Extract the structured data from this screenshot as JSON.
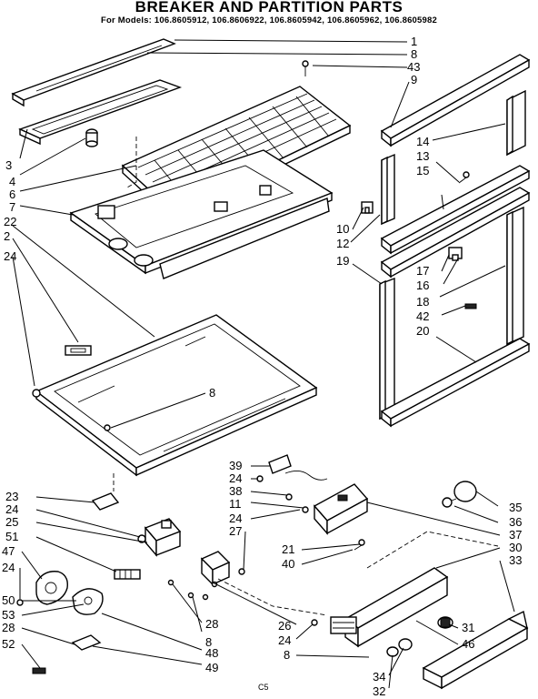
{
  "header": {
    "title": "BREAKER AND PARTITION PARTS",
    "models": "For Models: 106.8605912, 106.8606922, 106.8605942, 106.8605962, 106.8605982"
  },
  "callouts": {
    "c1": "1",
    "c8a": "8",
    "c43": "43",
    "c9": "9",
    "c14": "14",
    "c13": "13",
    "c15": "15",
    "c10": "10",
    "c12": "12",
    "c19": "19",
    "c17": "17",
    "c16": "16",
    "c18": "18",
    "c42": "42",
    "c20": "20",
    "c3": "3",
    "c4": "4",
    "c6": "6",
    "c7": "7",
    "c22": "22",
    "c2": "2",
    "c24a": "24",
    "c8b": "8",
    "c39": "39",
    "c24b": "24",
    "c38": "38",
    "c11": "11",
    "c24c": "24",
    "c27": "27",
    "c21": "21",
    "c40": "40",
    "c35": "35",
    "c36": "36",
    "c37": "37",
    "c30": "30",
    "c33": "33",
    "c23": "23",
    "c24d": "24",
    "c25": "25",
    "c51": "51",
    "c47": "47",
    "c24e": "24",
    "c50": "50",
    "c53": "53",
    "c28a": "28",
    "c52": "52",
    "c28b": "28",
    "c8c": "8",
    "c48": "48",
    "c49": "49",
    "c26": "26",
    "c24f": "24",
    "c8d": "8",
    "c31": "31",
    "c46": "46",
    "c34": "34",
    "c32": "32"
  },
  "footer": {
    "code": "C5"
  }
}
